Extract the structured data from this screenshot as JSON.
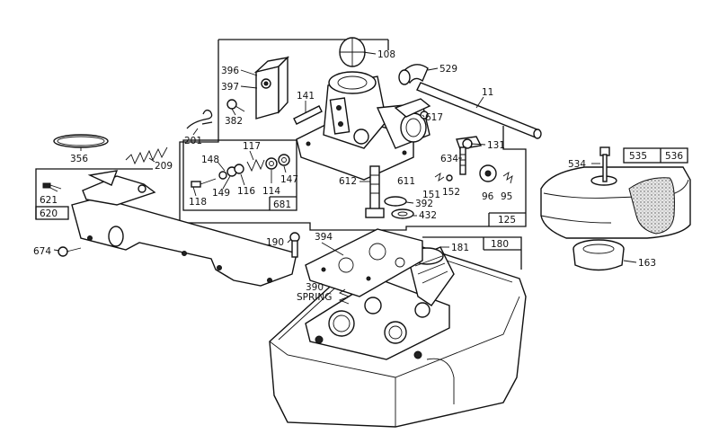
{
  "callouts": {
    "c108": "108",
    "c529": "529",
    "c396": "396",
    "c397": "397",
    "c382": "382",
    "c141": "141",
    "c11": "11",
    "c617": "617",
    "c201": "201",
    "c131": "131",
    "c356": "356",
    "c209": "209",
    "c117": "117",
    "c148": "148",
    "c149": "149",
    "c116": "116",
    "c114": "114",
    "c147": "147",
    "c118": "118",
    "c681": "681",
    "c634": "634",
    "c612": "612",
    "c611": "611",
    "c151": "151",
    "c152": "152",
    "c96": "96",
    "c95": "95",
    "c392": "392",
    "c432": "432",
    "c125": "125",
    "c534": "534",
    "c535": "535",
    "c536": "536",
    "c163": "163",
    "c621": "621",
    "c620": "620",
    "c674": "674",
    "c190": "190",
    "c394": "394",
    "c181": "181",
    "c180": "180",
    "c390": "390",
    "spring": "SPRING"
  },
  "icons": [
    "carburetor-body",
    "fuel-tank",
    "air-cleaner-cover",
    "air-filter-element",
    "fuel-pipe",
    "control-bracket",
    "choke-shutter",
    "throttle-lever",
    "tank-gasket"
  ]
}
